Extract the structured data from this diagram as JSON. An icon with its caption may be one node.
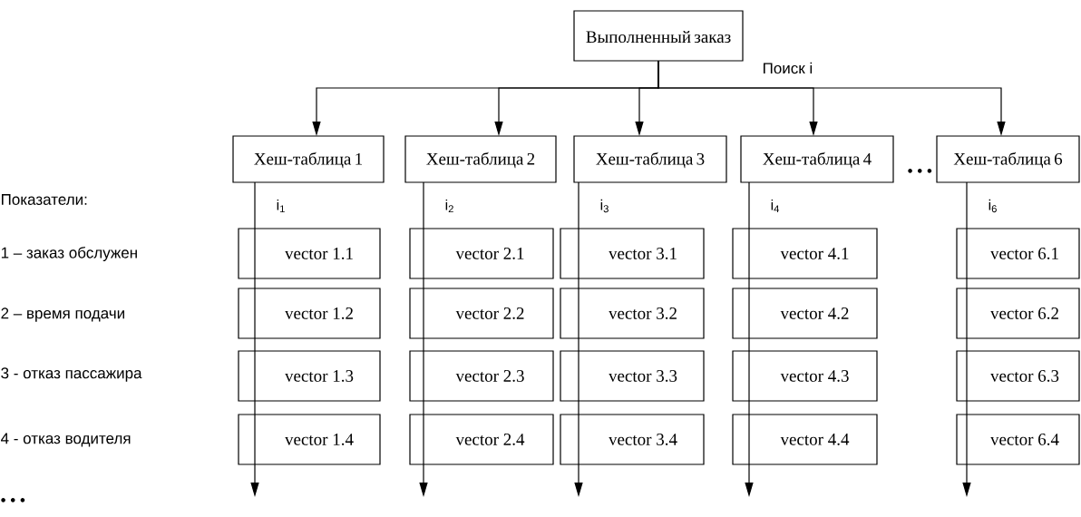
{
  "diagram": {
    "nodes": [
      {
        "text": [
          "Выполненный заказ"
        ]
      },
      {
        "text": [
          "Хеш-таблица 1"
        ]
      },
      {
        "text": [
          "Хеш-таблица 2"
        ]
      },
      {
        "text": [
          "Хеш-таблица 3"
        ]
      },
      {
        "text": [
          "Хеш-таблица 4"
        ]
      },
      {
        "text": [
          "Хеш-таблица 6"
        ]
      },
      {
        "text": [
          "vector 1.1"
        ]
      },
      {
        "text": [
          "vector 2.1"
        ]
      },
      {
        "text": [
          "vector 3.1"
        ]
      },
      {
        "text": [
          "vector 4.1"
        ]
      },
      {
        "text": [
          "vector 6.1"
        ]
      },
      {
        "text": [
          "vector 1.2"
        ]
      },
      {
        "text": [
          "vector 2.2"
        ]
      },
      {
        "text": [
          "vector 3.2"
        ]
      },
      {
        "text": [
          "vector 4.2"
        ]
      },
      {
        "text": [
          "vector 6.2"
        ]
      },
      {
        "text": [
          "vector 1.3"
        ]
      },
      {
        "text": [
          "vector 2.3"
        ]
      },
      {
        "text": [
          "vector 3.3"
        ]
      },
      {
        "text": [
          "vector 4.3"
        ]
      },
      {
        "text": [
          "vector 6.3"
        ]
      },
      {
        "text": [
          "vector 1.4"
        ]
      },
      {
        "text": [
          "vector 2.4"
        ]
      },
      {
        "text": [
          "vector 3.4"
        ]
      },
      {
        "text": [
          "vector 4.4"
        ]
      },
      {
        "text": [
          "vector 6.4"
        ]
      }
    ],
    "edges": [
      {
        "from": 0,
        "to": 1,
        "arrow": "to"
      },
      {
        "from": 0,
        "to": 2,
        "arrow": "to"
      },
      {
        "from": 0,
        "to": 3,
        "arrow": "to"
      },
      {
        "from": 0,
        "to": 4,
        "arrow": "to"
      },
      {
        "from": 0,
        "to": 5,
        "arrow": "to"
      },
      {
        "from": 1,
        "to": null,
        "arrow": "to",
        "label": "i$_{1}$"
      },
      {
        "from": 2,
        "to": null,
        "arrow": "to",
        "label": "i$_{2}$"
      },
      {
        "from": 3,
        "to": null,
        "arrow": "to",
        "label": "i$_{3}$"
      },
      {
        "from": 4,
        "to": null,
        "arrow": "to",
        "label": "i$_{4}$"
      },
      {
        "from": 5,
        "to": null,
        "arrow": "to",
        "label": "i$_{6}$"
      }
    ],
    "labels": [
      "Поиск i",
      "• • •",
      "Показатели:",
      "1 – заказ обслужен",
      "2 – время подачи",
      "3 - отказ пассажира",
      "4 - отказ водителя",
      "• • •"
    ]
  }
}
